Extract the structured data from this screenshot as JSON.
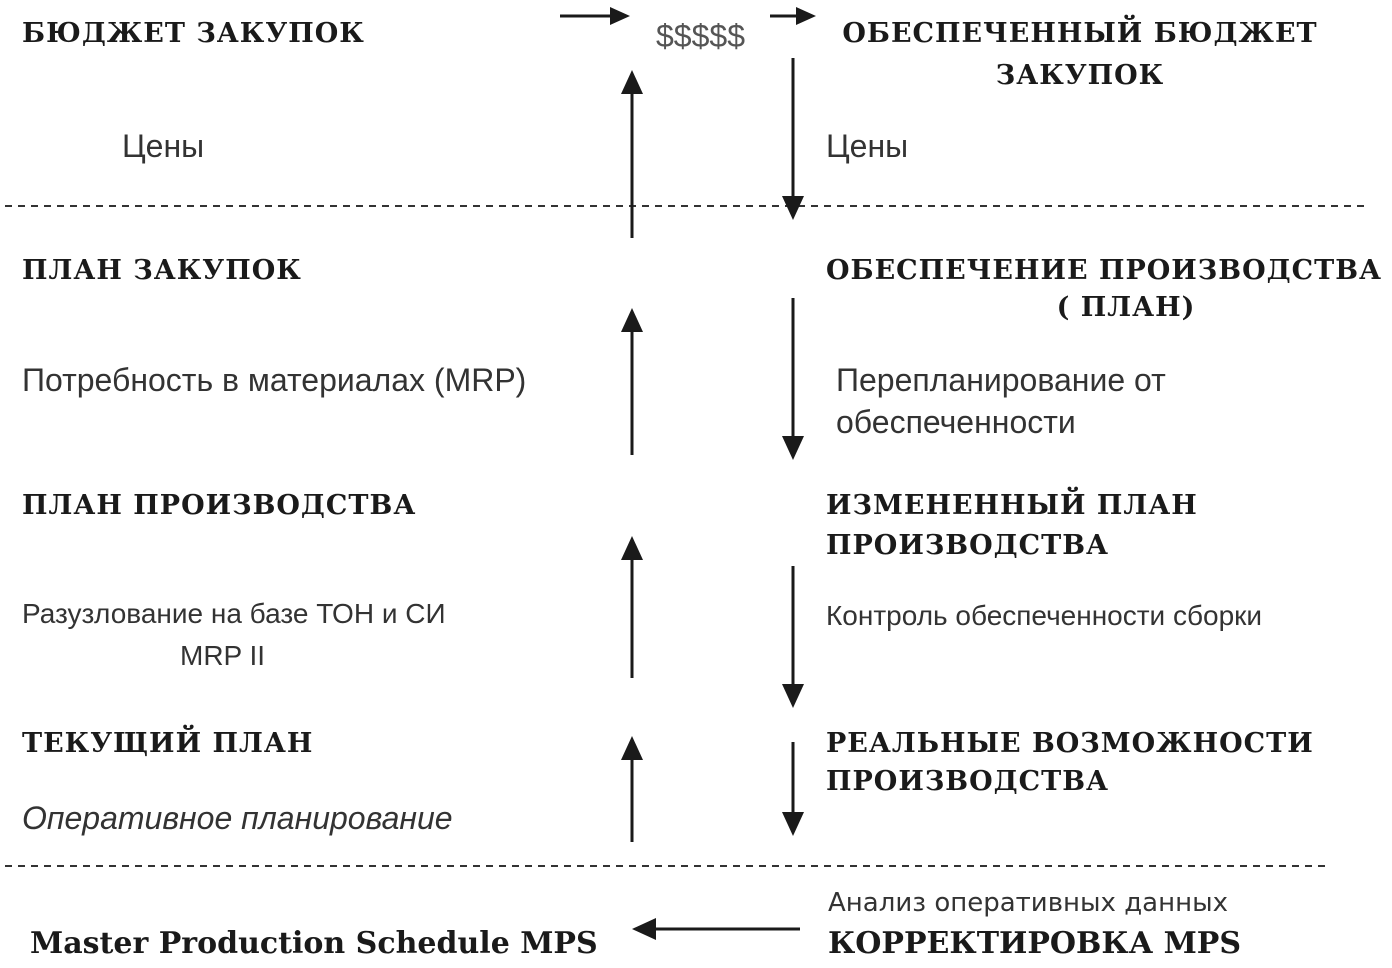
{
  "top": {
    "left_title": "БЮДЖЕТ ЗАКУПОК",
    "money": "$$$$$",
    "right_title_line1": "ОБЕСПЕЧЕННЫЙ БЮДЖЕТ",
    "right_title_line2": "ЗАКУПОК",
    "left_note": "Цены",
    "right_note": "Цены"
  },
  "row2": {
    "left_title": "ПЛАН ЗАКУПОК",
    "right_title_line1": "ОБЕСПЕЧЕНИЕ ПРОИЗВОДСТВА",
    "right_title_line2": "( ПЛАН)",
    "left_note": "Потребность в материалах (MRP)",
    "right_note_line1": "Перепланирование от",
    "right_note_line2": "обеспеченности"
  },
  "row3": {
    "left_title": "ПЛАН ПРОИЗВОДСТВА",
    "right_title_line1": "ИЗМЕНЕННЫЙ ПЛАН",
    "right_title_line2": "ПРОИЗВОДСТВА",
    "left_note_line1": "Разузлование на базе ТОН и СИ",
    "left_note_line2": "MRP II",
    "right_note": "Контроль обеспеченности сборки"
  },
  "row4": {
    "left_title": "ТЕКУЩИЙ ПЛАН",
    "right_title_line1": "РЕАЛЬНЫЕ ВОЗМОЖНОСТИ",
    "right_title_line2": "ПРОИЗВОДСТВА",
    "left_note": "Оперативное планирование"
  },
  "bottom": {
    "left_title": "Master Production Schedule MPS",
    "right_note": "Анализ оперативных данных",
    "right_title": "КОРРЕКТИРОВКА MPS"
  }
}
